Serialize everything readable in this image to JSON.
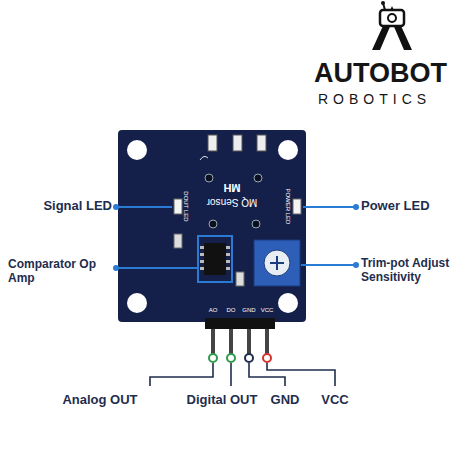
{
  "diagram": {
    "labels": [
      "AUTOBOT",
      "ROBOTICS",
      "MH",
      "MQ Sensor",
      "DOUT LED",
      "POWER LED",
      "AO",
      "DO",
      "GND",
      "VCC",
      "Signal LED",
      "Comparator Op Amp",
      "Power LED",
      "Trim-pot Adjust Sensitivity",
      "Analog OUT",
      "Digital OUT",
      "GND",
      "VCC"
    ]
  }
}
